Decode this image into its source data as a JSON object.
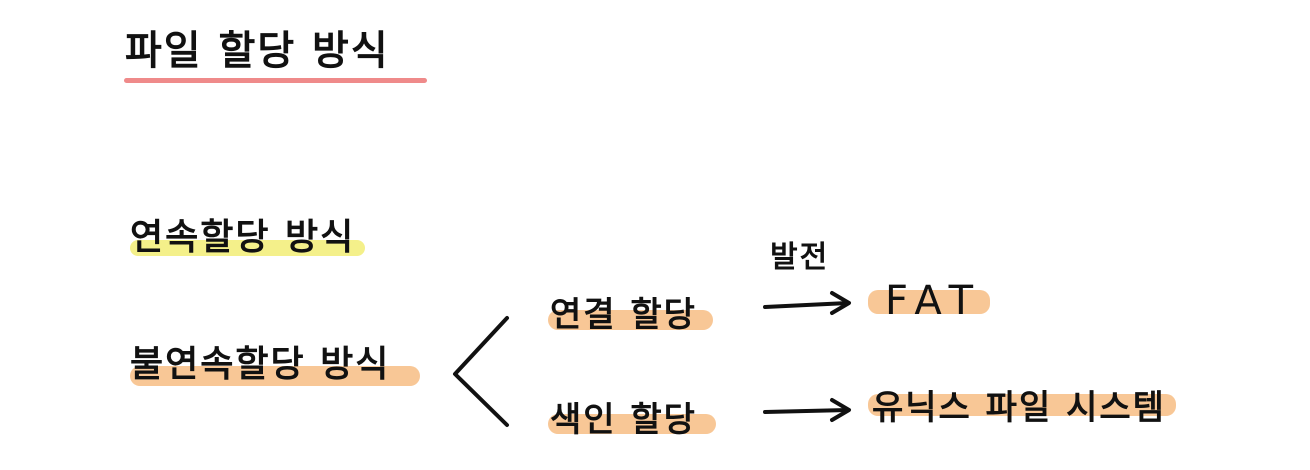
{
  "title": "파일 할당 방식",
  "contiguous": "연속할당 방식",
  "noncontiguous": "불연속할당 방식",
  "linked": "연결 할당",
  "indexed": "색인 할당",
  "evolution_label": "발전",
  "fat": "FAT",
  "unix_fs": "유닉스 파일 시스템",
  "colors": {
    "underline": "#ef8a8a",
    "yellow_highlight": "#f4f08a",
    "orange_highlight": "#f8c796",
    "ink": "#111111"
  }
}
